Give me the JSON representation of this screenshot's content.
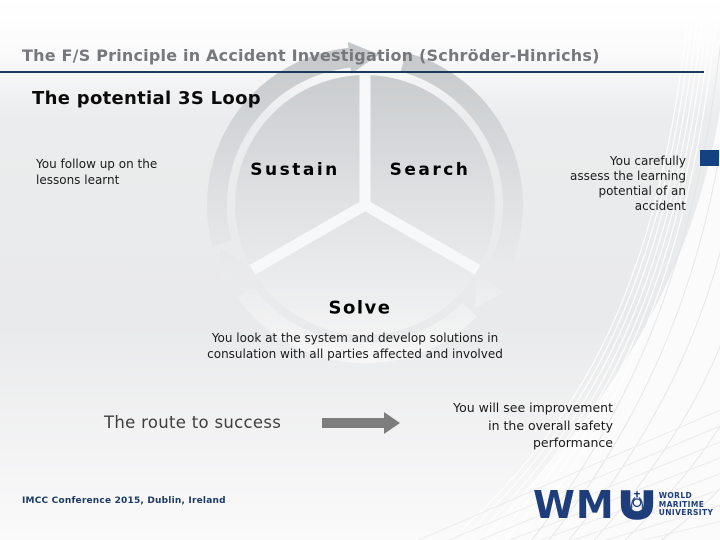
{
  "colors": {
    "accent_navy": "#1C3A5E",
    "logo_navy": "#1E3D7B",
    "corner_square": "#14417F",
    "arrow_gray": "#7D7D7D",
    "title_gray": "#76787B"
  },
  "header": {
    "title": "The F/S Principle in Accident Investigation (Schröder-Hinrichs)"
  },
  "subtitle": "The potential 3S Loop",
  "diagram": {
    "type": "cycle-loop",
    "segments": [
      {
        "label": "Sustain",
        "note_lines": [
          "You follow up on the",
          "lessons learnt"
        ]
      },
      {
        "label": "Search",
        "note_lines": [
          "You carefully",
          "assess the learning",
          "potential of an",
          "accident"
        ]
      },
      {
        "label": "Solve",
        "note_lines": [
          "You look at the system and develop solutions in",
          "consulation with all parties affected and involved"
        ]
      }
    ]
  },
  "route": {
    "label": "The route to success",
    "outcome_lines": [
      "You will see improvement",
      "in the overall safety",
      "performance"
    ]
  },
  "footer": {
    "conference": "IMCC Conference 2015, Dublin, Ireland"
  },
  "logo": {
    "acronym": "WM",
    "lines": [
      "WORLD",
      "MARITIME",
      "UNIVERSITY"
    ]
  }
}
